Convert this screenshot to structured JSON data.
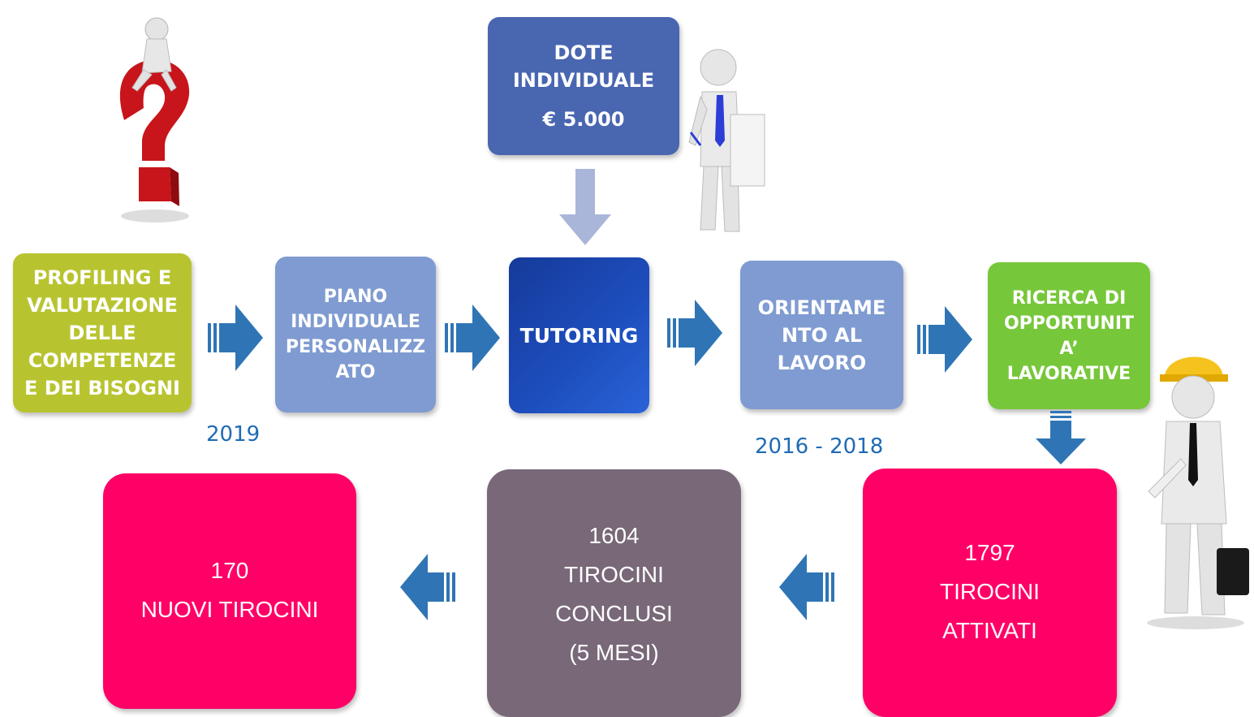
{
  "steps": {
    "profiling": [
      "PROFILING E",
      "VALUTAZIONE",
      "DELLE",
      "COMPETENZE",
      "E DEI BISOGNI"
    ],
    "piano": [
      "PIANO",
      "INDIVIDUALE",
      "PERSONALIZZ",
      "ATO"
    ],
    "tutoring": "TUTORING",
    "orientamento": [
      "ORIENTAME",
      "NTO AL",
      "LAVORO"
    ],
    "ricerca": [
      "RICERCA DI",
      "OPPORTUNIT",
      "A’",
      "LAVORATIVE"
    ]
  },
  "dote": {
    "lines": [
      "DOTE",
      "INDIVIDUALE"
    ],
    "amount": "€ 5.000"
  },
  "years": {
    "left": "2019",
    "right": "2016 - 2018"
  },
  "results": {
    "attivati": [
      "1797",
      "TIROCINI",
      "ATTIVATI"
    ],
    "conclusi": [
      "1604",
      "TIROCINI",
      "CONCLUSI",
      "(5 MESI)"
    ],
    "nuovi": [
      "170",
      "NUOVI TIROCINI"
    ]
  },
  "colors": {
    "olive": "#b8c42f",
    "light_blue": "#7f9bd1",
    "dark_blue": "#1e4fbf",
    "green": "#77c73a",
    "dote_blue": "#4966b1",
    "magenta": "#ff0066",
    "mauve": "#786878",
    "arrow_blue": "#2f75b5",
    "arrow_lilac": "#a9b6d9"
  }
}
